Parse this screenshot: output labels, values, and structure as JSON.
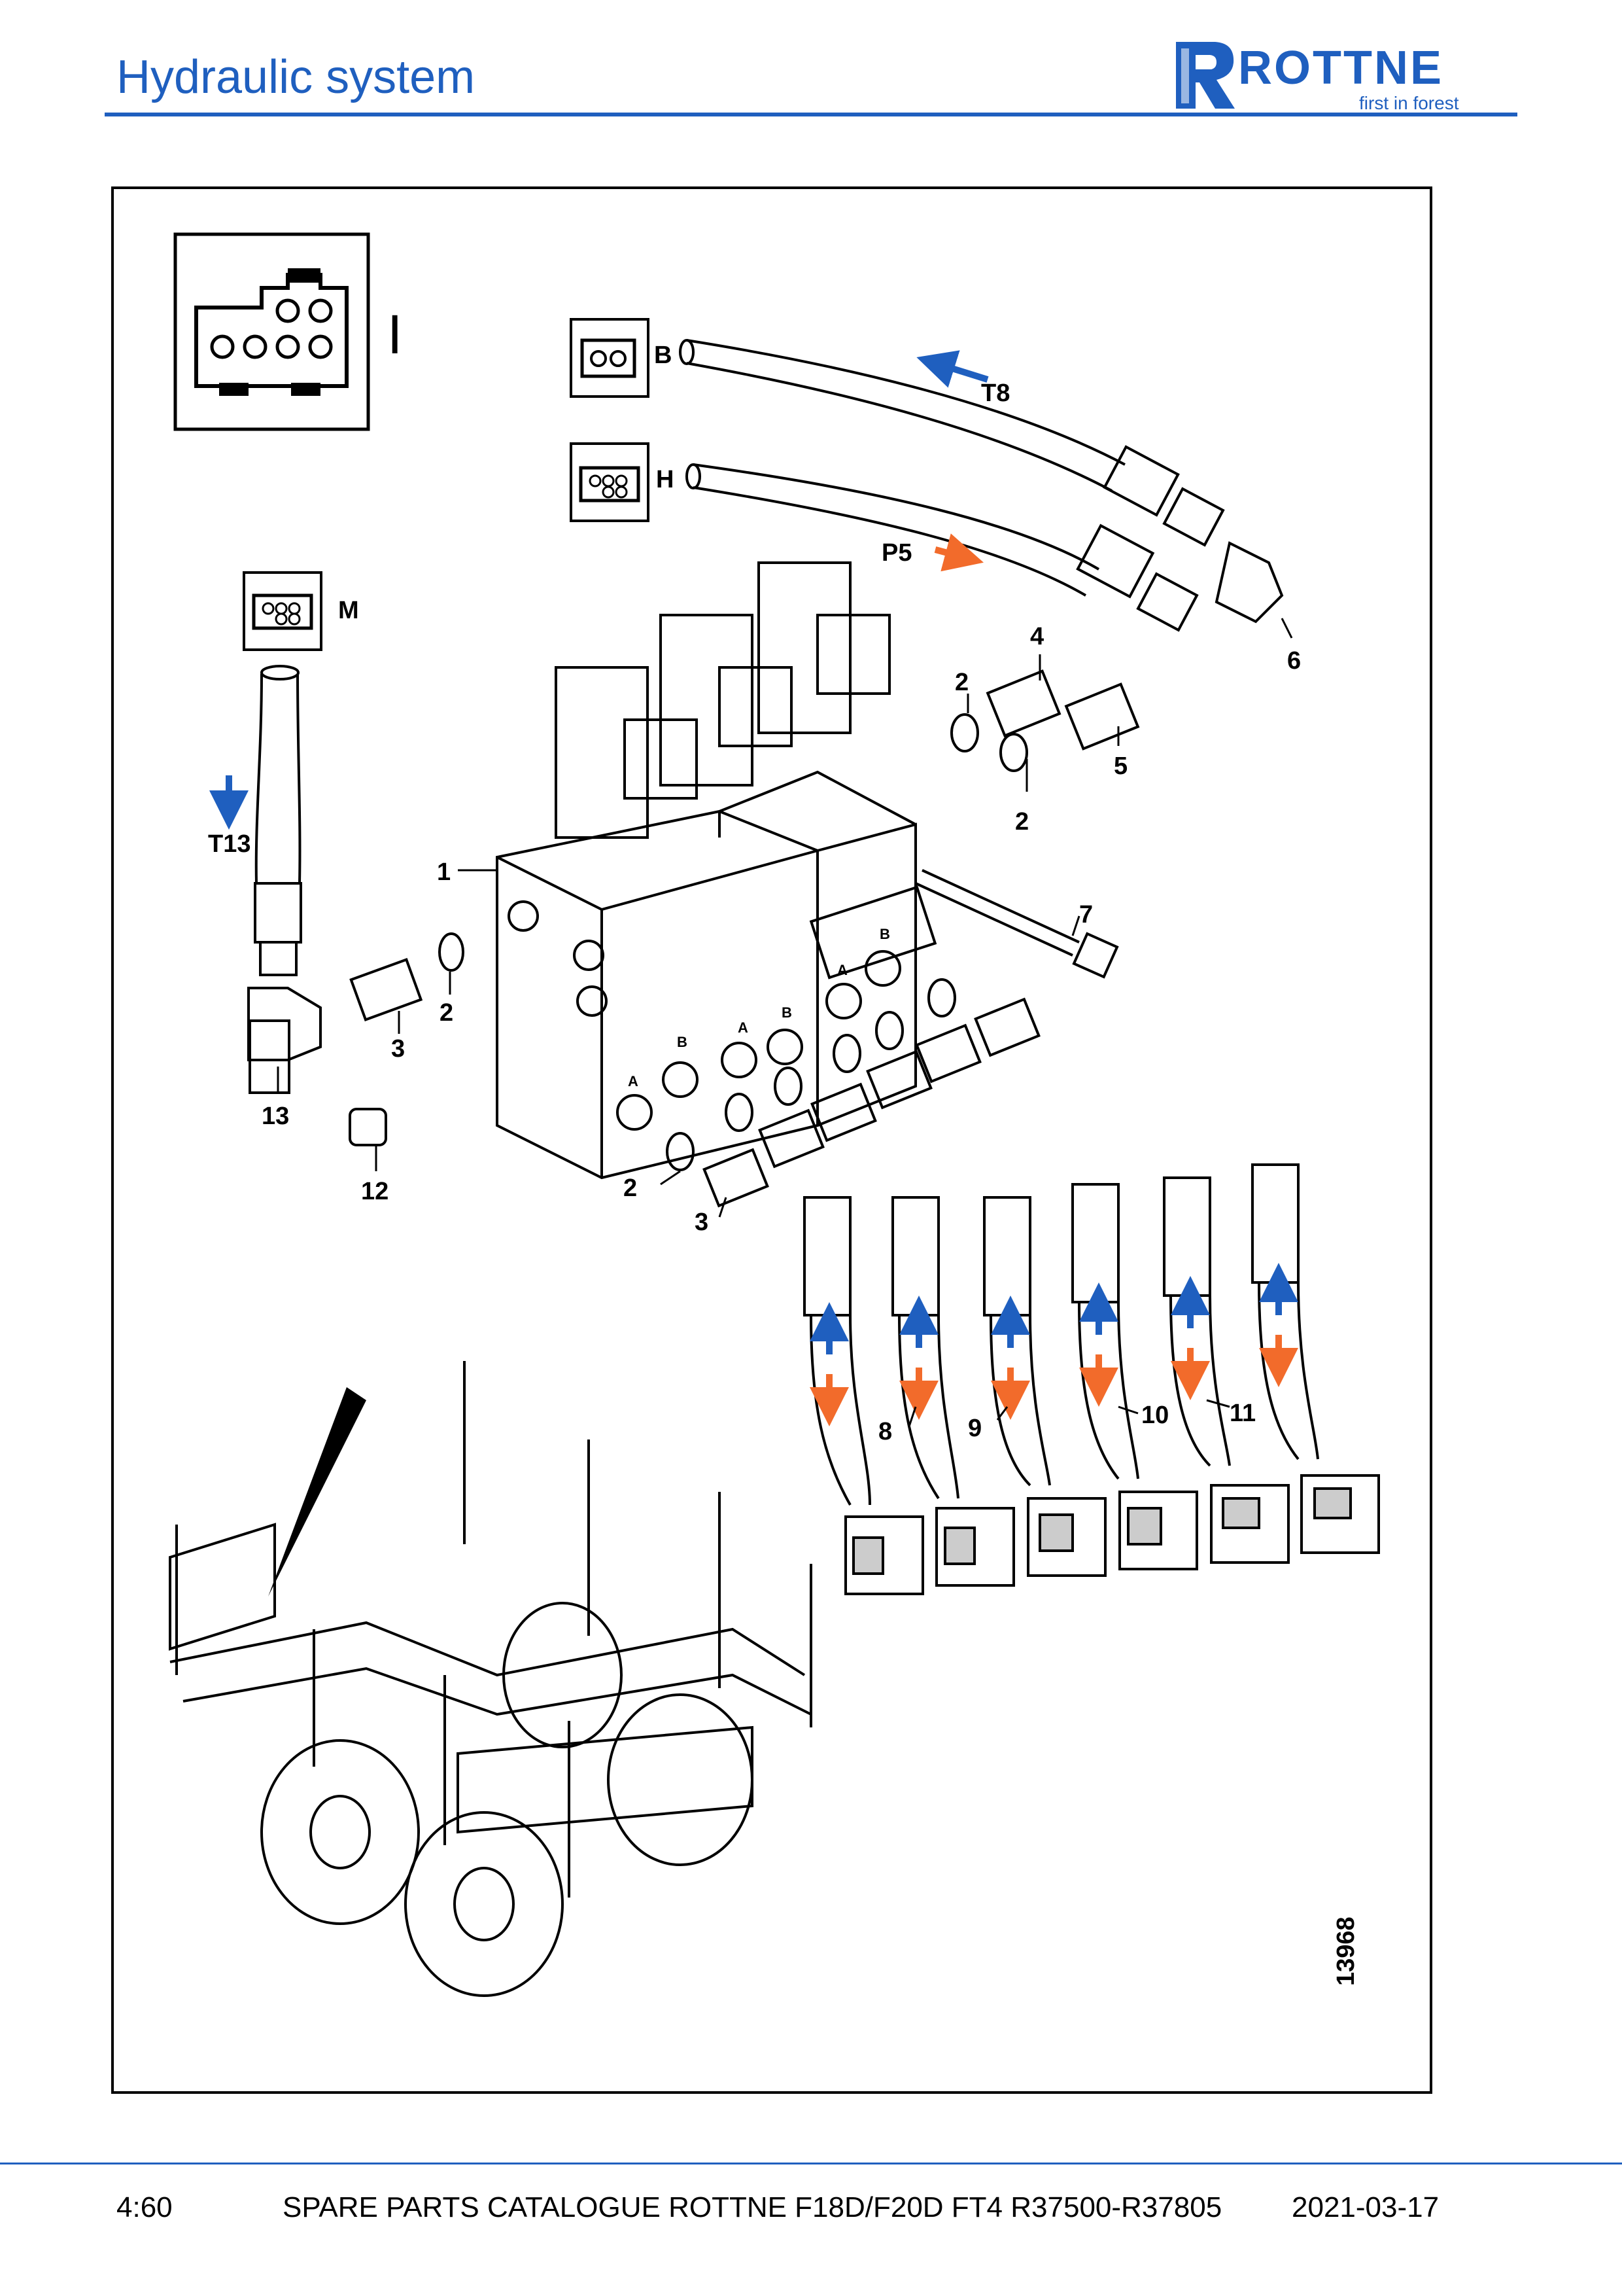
{
  "header": {
    "title": "Hydraulic system",
    "brand": "ROTTNE",
    "tagline": "first in forest"
  },
  "diagram": {
    "inset_label": "I",
    "connector_labels": {
      "b": "B",
      "h": "H",
      "m": "M"
    },
    "hose_labels": {
      "t8": "T8",
      "p5": "P5",
      "t13": "T13"
    },
    "part_numbers": [
      "1",
      "2",
      "3",
      "4",
      "5",
      "6",
      "7",
      "8",
      "9",
      "10",
      "11",
      "12",
      "13"
    ],
    "port_letters": {
      "a": "A",
      "b": "B"
    },
    "figure_number": "13968",
    "colors": {
      "return_arrow": "#1f5fbf",
      "pressure_arrow": "#f26b2b"
    }
  },
  "footer": {
    "page": "4:60",
    "catalogue": "SPARE PARTS CATALOGUE ROTTNE F18D/F20D FT4 R37500-R37805",
    "date": "2021-03-17"
  }
}
